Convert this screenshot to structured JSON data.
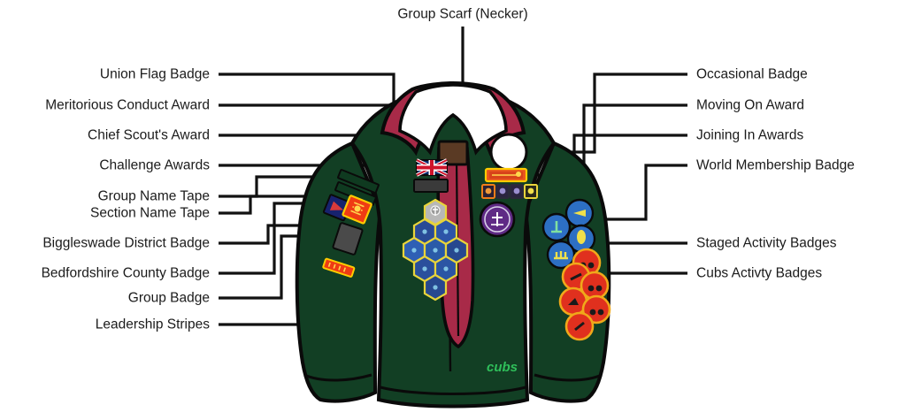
{
  "diagram": {
    "title_label": "Group Scarf (Necker)",
    "uniform_text": "cubs",
    "colors": {
      "shirt_green": "#123f24",
      "shirt_green_dark": "#0c2f1b",
      "scarf_maroon": "#a82a48",
      "woggle_brown": "#5a3a24",
      "outline_black": "#0a0a0a",
      "label_text": "#1b1b1b",
      "connector": "#111111",
      "cubs_logo_green": "#2fbf5a",
      "badge_blue": "#2a5fb0",
      "badge_red": "#e0301e",
      "badge_purple": "#5f2a85",
      "badge_yellow": "#f0c419",
      "badge_orange": "#ef7d1a"
    },
    "labels_left": [
      {
        "id": "union-flag-badge",
        "text": "Union Flag Badge"
      },
      {
        "id": "meritorious-conduct-award",
        "text": "Meritorious Conduct Award"
      },
      {
        "id": "chief-scouts-award",
        "text": "Chief Scout's Award"
      },
      {
        "id": "challenge-awards",
        "text": "Challenge Awards"
      },
      {
        "id": "group-name-tape",
        "text": "Group Name Tape"
      },
      {
        "id": "section-name-tape",
        "text": "Section Name Tape"
      },
      {
        "id": "biggleswade-district-badge",
        "text": "Biggleswade District Badge"
      },
      {
        "id": "bedfordshire-county-badge",
        "text": "Bedfordshire County Badge"
      },
      {
        "id": "group-badge",
        "text": "Group Badge"
      },
      {
        "id": "leadership-stripes",
        "text": "Leadership Stripes"
      }
    ],
    "labels_right": [
      {
        "id": "occasional-badge",
        "text": "Occasional Badge"
      },
      {
        "id": "moving-on-award",
        "text": "Moving On Award"
      },
      {
        "id": "joining-in-awards",
        "text": "Joining In Awards"
      },
      {
        "id": "world-membership-badge",
        "text": "World Membership Badge"
      },
      {
        "id": "staged-activity-badges",
        "text": "Staged Activity Badges"
      },
      {
        "id": "cubs-activty-badges",
        "text": "Cubs Activty Badges"
      }
    ]
  }
}
